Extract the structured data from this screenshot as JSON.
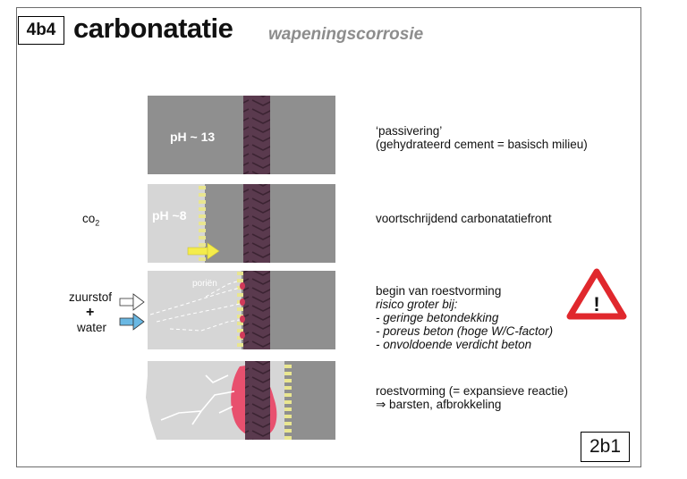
{
  "header": {
    "code": "4b4",
    "title": "carbonatatie",
    "subtitle": "wapeningscorrosie"
  },
  "panels": [
    {
      "ph_label": "pH ~ 13",
      "lines": [
        "‘passivering’",
        "(gehydrateerd cement = basisch milieu)"
      ]
    },
    {
      "ph_label": "pH ~8",
      "side_label": "co",
      "side_label_sub": "2",
      "lines": [
        "voortschrijdend carbonatatiefront"
      ]
    },
    {
      "pore_label": "poriën",
      "side_top": "zuurstof",
      "side_plus": "+",
      "side_bottom": "water",
      "lines": [
        "begin van roestvorming"
      ],
      "italic_lines": [
        "risico groter bij:",
        "- geringe betondekking",
        "- poreus beton (hoge W/C-factor)",
        "- onvoldoende verdicht beton"
      ]
    },
    {
      "lines": [
        "roestvorming (= expansieve reactie)",
        "⇒ barsten, afbrokkeling"
      ]
    }
  ],
  "footer": {
    "code": "2b1"
  },
  "icons": {
    "warning": "warning-triangle-icon",
    "arrow": "arrow-right-icon"
  },
  "colors": {
    "concrete": "#8f8f8f",
    "carbonated": "#d6d6d6",
    "rebar": "#5a3a4e",
    "rust": "#e8506e",
    "warning_red": "#e0282d",
    "arrow_yellow": "#f4ec4a",
    "arrow_blue": "#6ab8e3"
  }
}
